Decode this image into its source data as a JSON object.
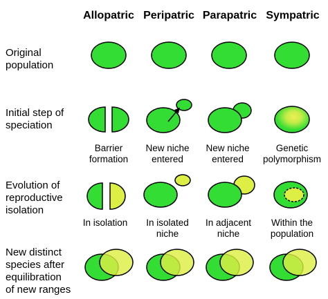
{
  "columns": [
    "Allopatric",
    "Peripatric",
    "Parapatric",
    "Sympatric"
  ],
  "rows": [
    {
      "label": [
        "Original",
        "population"
      ]
    },
    {
      "label": [
        "Initial step of",
        "speciation"
      ]
    },
    {
      "label": [
        "Evolution of",
        "reproductive",
        "isolation"
      ]
    },
    {
      "label": [
        "New distinct",
        "species after",
        "equilibration",
        "of new ranges"
      ]
    }
  ],
  "captions": {
    "initial": [
      [
        "Barrier",
        "formation"
      ],
      [
        "New niche",
        "entered"
      ],
      [
        "New niche",
        "entered"
      ],
      [
        "Genetic",
        "polymorphism"
      ]
    ],
    "evolution": [
      [
        "In isolation"
      ],
      [
        "In isolated",
        "niche"
      ],
      [
        "In adjacent",
        "niche"
      ],
      [
        "Within the",
        "population"
      ]
    ]
  },
  "colors": {
    "green": "#33dd33",
    "yellow": "#ddee44",
    "stroke": "#000000"
  }
}
